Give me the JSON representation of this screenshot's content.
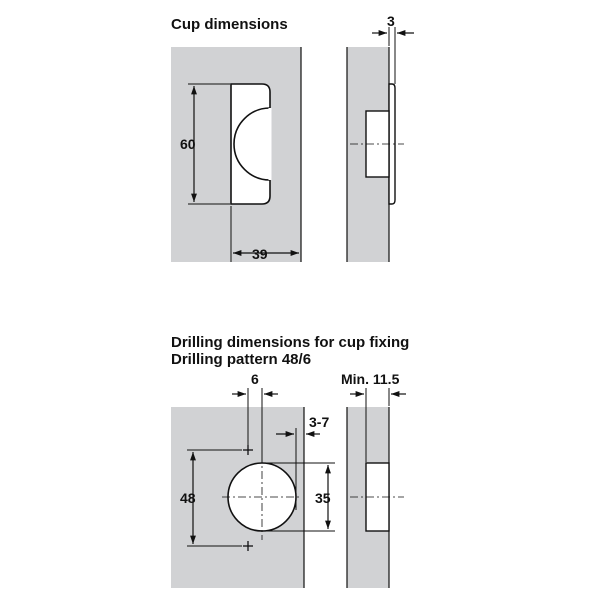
{
  "top": {
    "heading": "Cup dimensions",
    "height_label": "60",
    "width_label": "39",
    "thickness_label": "3"
  },
  "bottom": {
    "heading_line1": "Drilling dimensions for cup fixing",
    "heading_line2": "Drilling pattern 48/6",
    "offset_label": "6",
    "edge_label": "3-7",
    "min_label": "Min. 11.5",
    "pattern_label": "48",
    "cup_diameter_label": "35"
  },
  "colors": {
    "panel": "#d1d2d4",
    "line": "#111111",
    "hole": "#ffffff"
  }
}
